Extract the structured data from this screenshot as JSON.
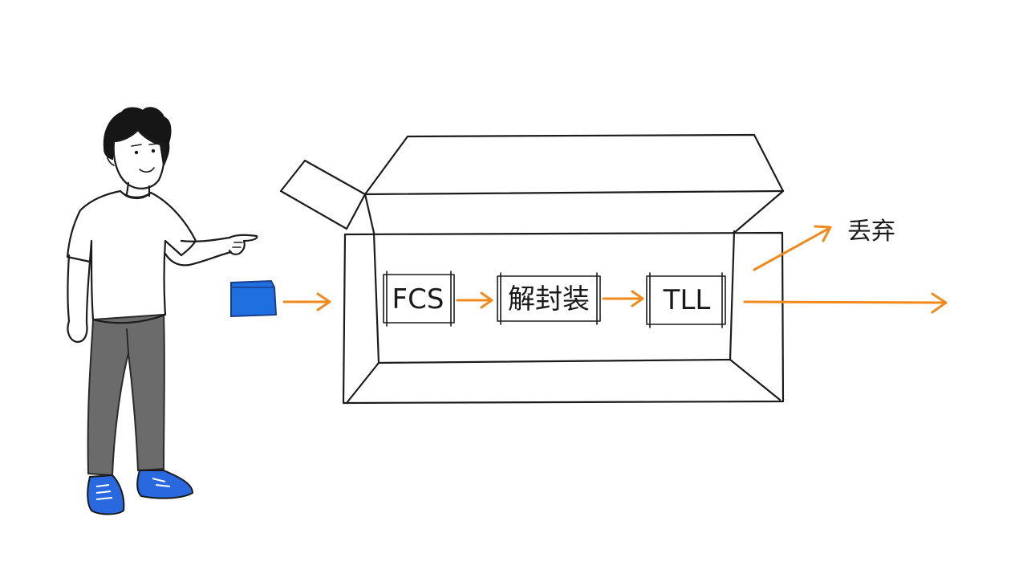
{
  "diagram": {
    "stages": [
      {
        "id": "fcs",
        "label": "FCS"
      },
      {
        "id": "decap",
        "label": "解封装"
      },
      {
        "id": "ttl",
        "label": "TLL"
      }
    ],
    "discard_label": "丢弃"
  },
  "colors": {
    "arrow": "#f08a1c",
    "packet": "#1f6fe0",
    "shoes": "#2a68e0",
    "pants": "#6b6b6b",
    "ink": "#1c1c1c"
  }
}
